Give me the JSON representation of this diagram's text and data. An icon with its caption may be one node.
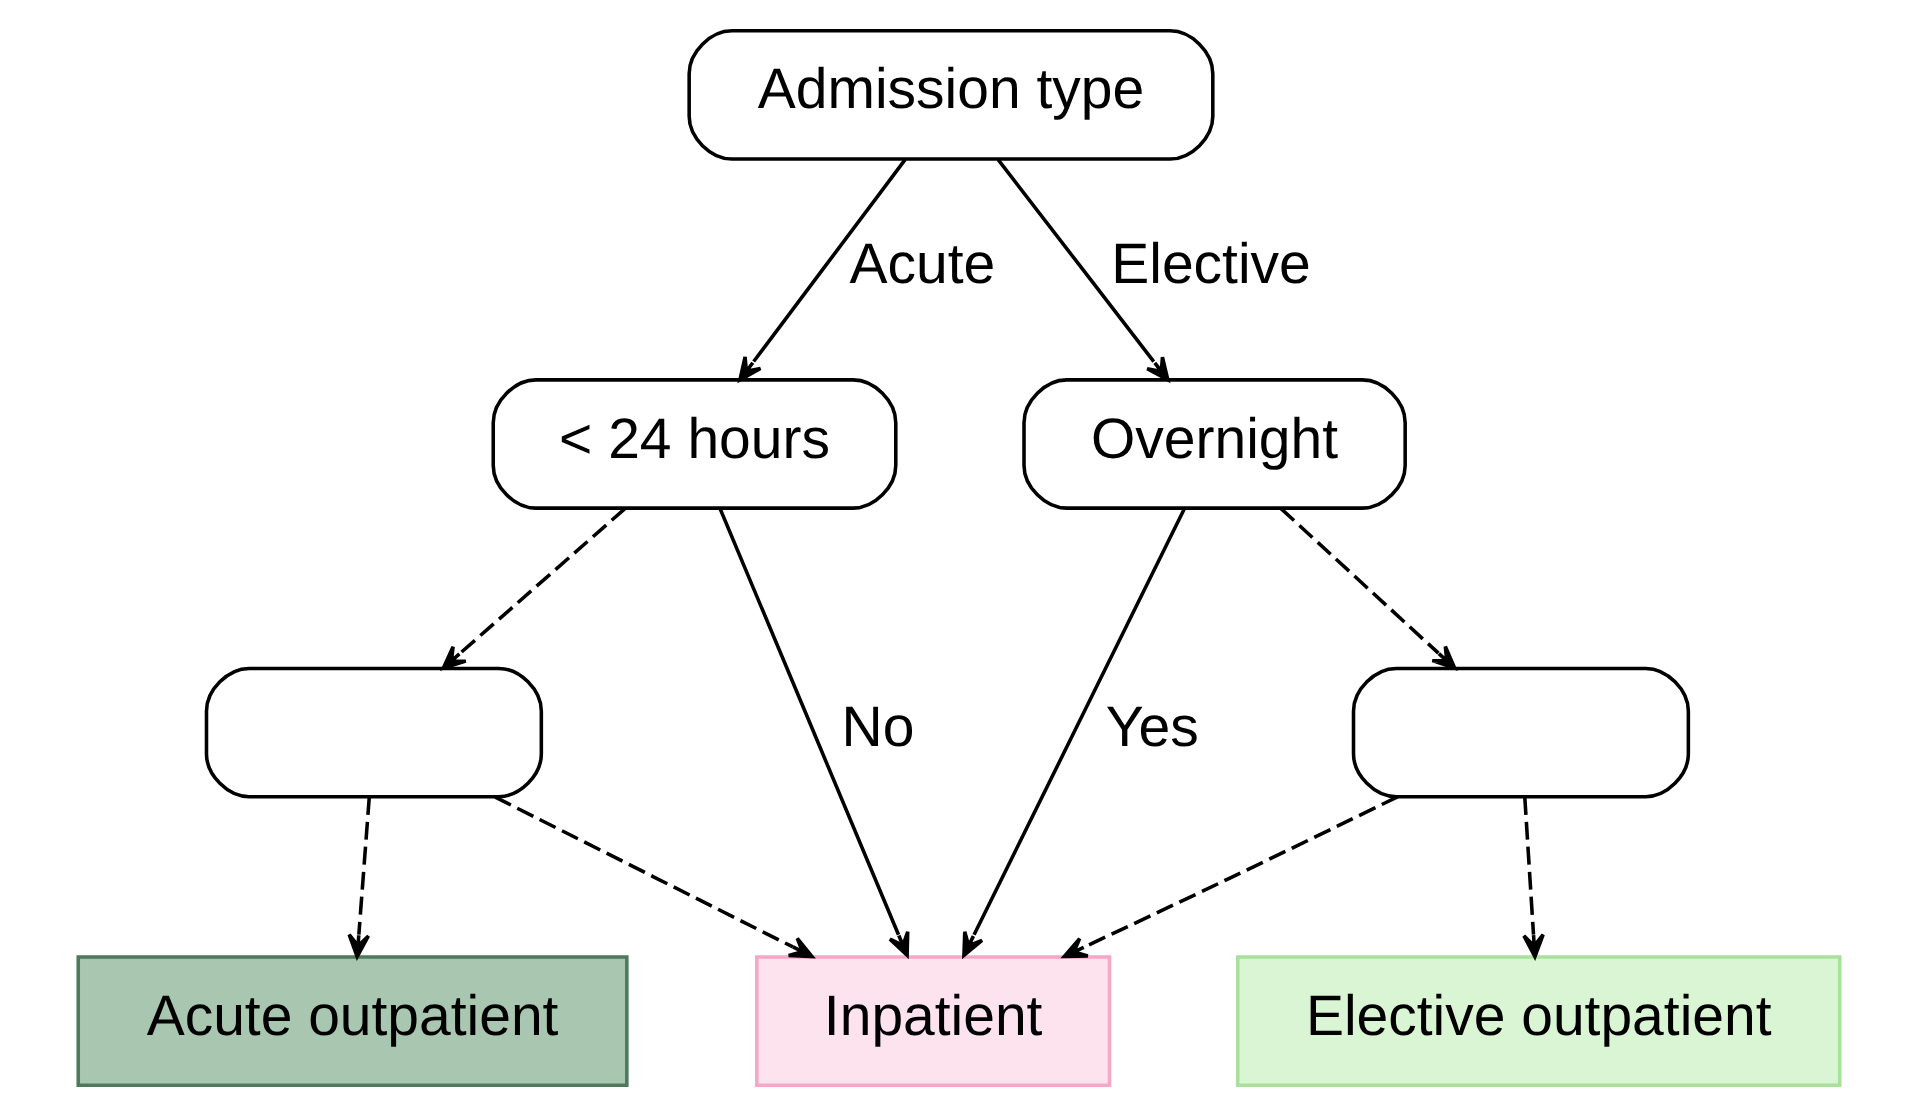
{
  "diagram": {
    "nodes": [
      {
        "text": [
          "Admission type"
        ]
      },
      {
        "text": [
          "< 24 hours"
        ]
      },
      {
        "text": [
          "Overnight"
        ]
      },
      {
        "text": [],
        "shape": "box"
      },
      {
        "text": [],
        "shape": "box"
      },
      {
        "text": [
          "Acute outpatient"
        ]
      },
      {
        "text": [
          "Inpatient"
        ]
      },
      {
        "text": [
          "Elective outpatient"
        ]
      }
    ],
    "edges": [
      {
        "from": 0,
        "to": 1,
        "arrow": "to",
        "label": "Acute"
      },
      {
        "from": 0,
        "to": 2,
        "arrow": "to",
        "label": "Elective"
      },
      {
        "from": 1,
        "to": 3,
        "arrow": "to",
        "style": "dashed"
      },
      {
        "from": 1,
        "to": 6,
        "arrow": "to",
        "label": "No"
      },
      {
        "from": 2,
        "to": 6,
        "arrow": "to",
        "label": "Yes"
      },
      {
        "from": 2,
        "to": 4,
        "arrow": "to",
        "style": "dashed"
      },
      {
        "from": 3,
        "to": 5,
        "arrow": "to",
        "style": "dashed"
      },
      {
        "from": 3,
        "to": 6,
        "arrow": "to",
        "style": "dashed"
      },
      {
        "from": 4,
        "to": 6,
        "arrow": "to",
        "style": "dashed"
      },
      {
        "from": 4,
        "to": 7,
        "arrow": "to",
        "style": "dashed"
      }
    ]
  }
}
